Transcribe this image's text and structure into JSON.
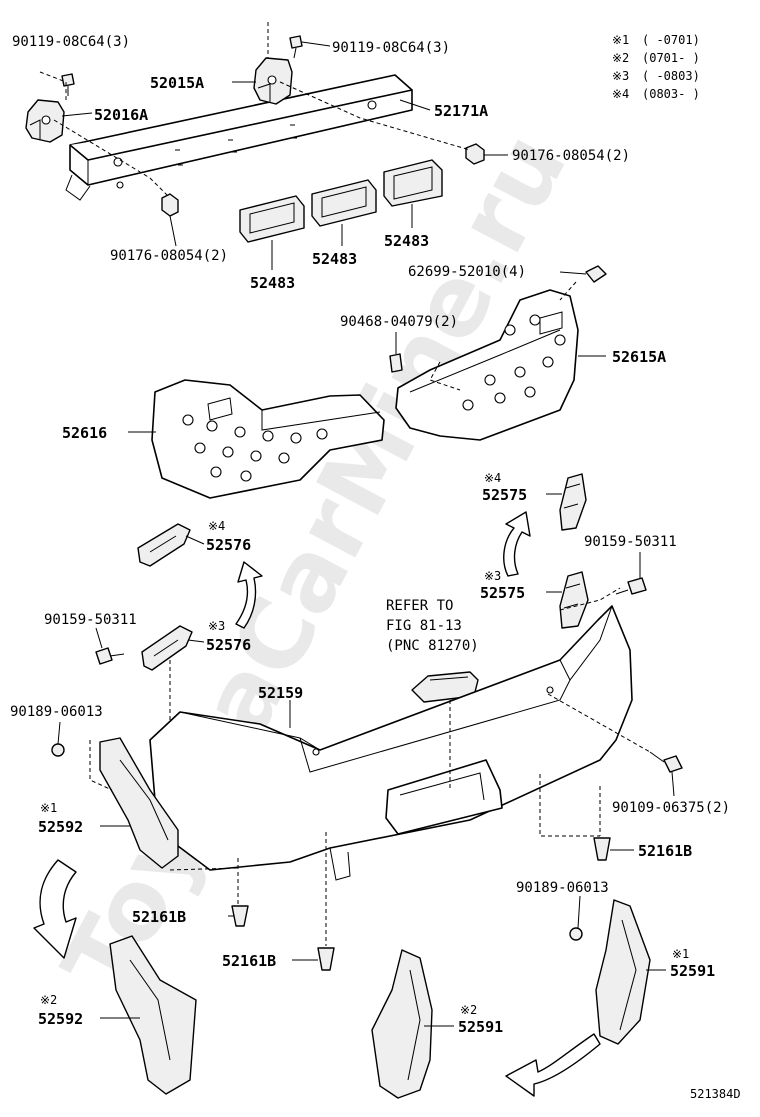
{
  "diagram_id": "521384D",
  "watermark": "ToyotaCarMine.ru",
  "footnotes": [
    {
      "mark": "※1",
      "range": "(      -0701)"
    },
    {
      "mark": "※2",
      "range": "(0701-      )"
    },
    {
      "mark": "※3",
      "range": "(      -0803)"
    },
    {
      "mark": "※4",
      "range": "(0803-      )"
    }
  ],
  "parts": {
    "p_90119_a": "90119-08C64(3)",
    "p_90119_b": "90119-08C64(3)",
    "p_52015A": "52015A",
    "p_52016A": "52016A",
    "p_52171A": "52171A",
    "p_90176_a": "90176-08054(2)",
    "p_90176_b": "90176-08054(2)",
    "p_52483_a": "52483",
    "p_52483_b": "52483",
    "p_52483_c": "52483",
    "p_62699": "62699-52010(4)",
    "p_90468": "90468-04079(2)",
    "p_52615A": "52615A",
    "p_52616": "52616",
    "p_52575_a": "52575",
    "p_52575_b": "52575",
    "p_52576_a": "52576",
    "p_52576_b": "52576",
    "p_90159_a": "90159-50311",
    "p_90159_b": "90159-50311",
    "p_52159": "52159",
    "p_90189_a": "90189-06013",
    "p_90189_b": "90189-06013",
    "p_90109": "90109-06375(2)",
    "p_52592_a": "52592",
    "p_52592_b": "52592",
    "p_52161B_a": "52161B",
    "p_52161B_b": "52161B",
    "p_52161B_c": "52161B",
    "p_52591_a": "52591",
    "p_52591_b": "52591"
  },
  "variant_marks": {
    "m_52575_a": "※4",
    "m_52575_b": "※3",
    "m_52576_a": "※4",
    "m_52576_b": "※3",
    "m_52592_a": "※1",
    "m_52592_b": "※2",
    "m_52591_a": "※1",
    "m_52591_b": "※2"
  },
  "reference_note": {
    "line1": "REFER TO",
    "line2": "FIG 81-13",
    "line3": "(PNC 81270)"
  }
}
